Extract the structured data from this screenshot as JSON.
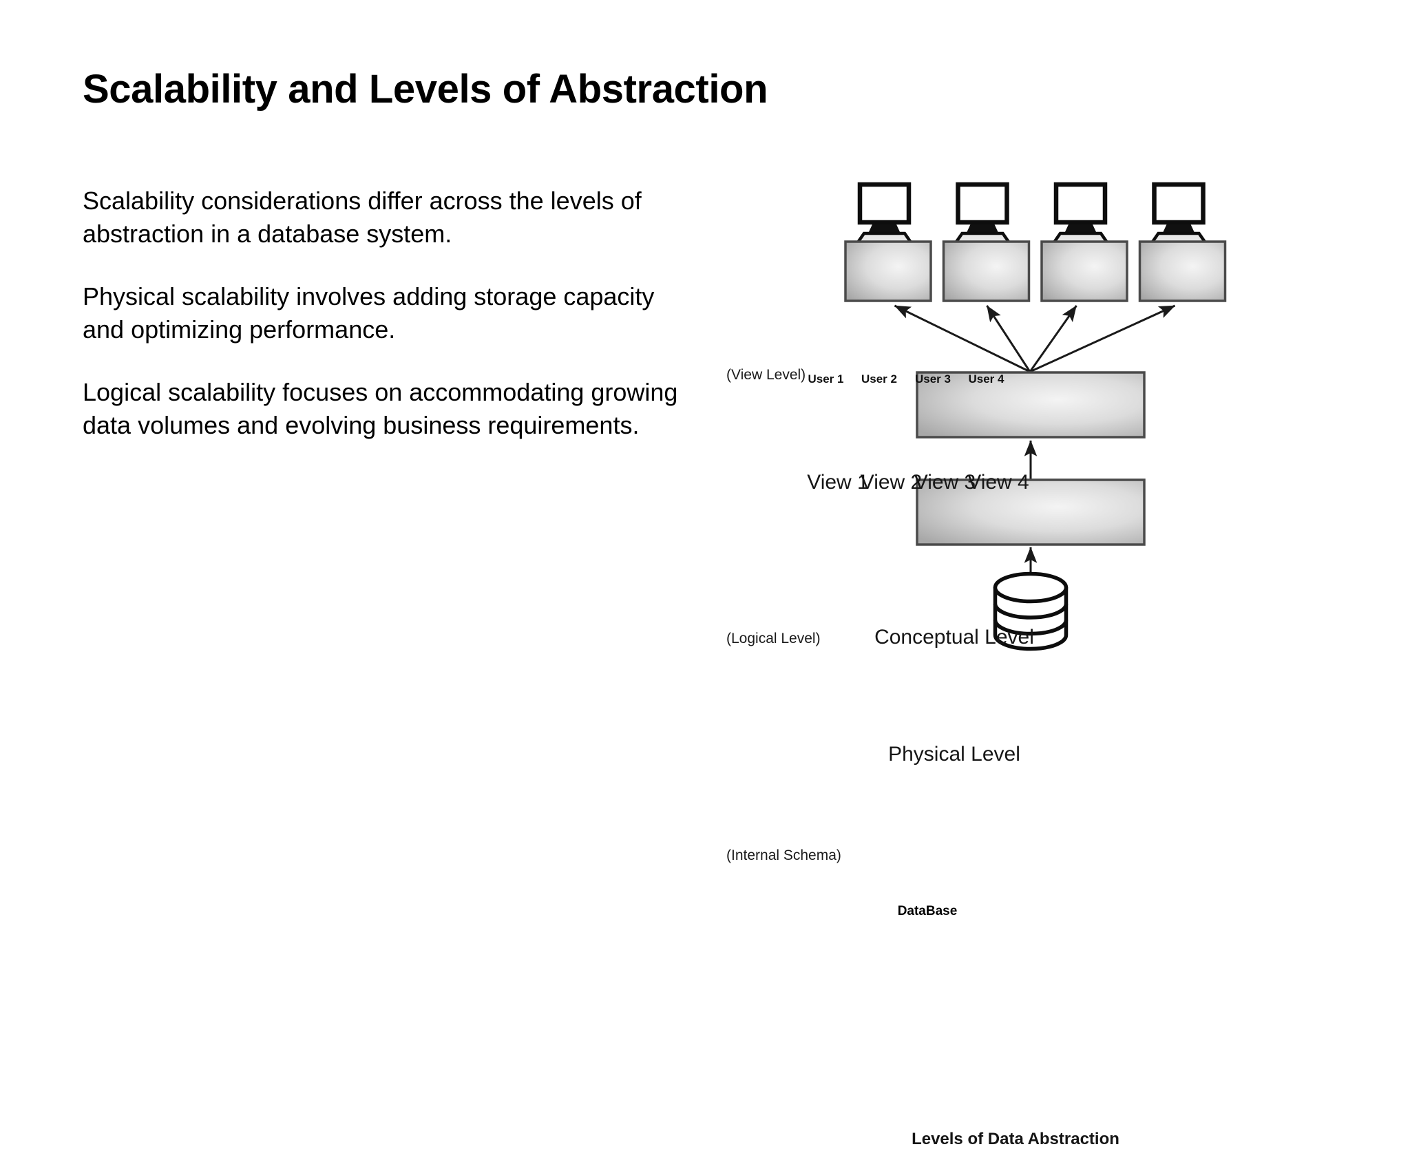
{
  "slide": {
    "title": "Scalability and Levels of Abstraction",
    "paragraphs": [
      "Scalability considerations differ across the levels of abstraction in a database system.",
      "Physical scalability involves adding storage capacity and optimizing performance.",
      "Logical scalability focuses on accommodating growing data volumes and evolving business requirements."
    ]
  },
  "diagram": {
    "caption": "Levels of Data Abstraction",
    "level_labels": {
      "view": "(View Level)",
      "logical": "(Logical Level)",
      "internal": "(Internal Schema)"
    },
    "users": [
      {
        "label": "User 1"
      },
      {
        "label": "User 2"
      },
      {
        "label": "User 3"
      },
      {
        "label": "User 4"
      }
    ],
    "views": [
      {
        "label": "View 1"
      },
      {
        "label": "View 2"
      },
      {
        "label": "View 3"
      },
      {
        "label": "View 4"
      }
    ],
    "conceptual_box": "Conceptual Level",
    "physical_box": "Physical Level",
    "database": "DataBase",
    "colors": {
      "box_stroke": "#4a4a4a",
      "box_fill_light": "#f2f2f2",
      "box_fill_dark": "#a9a9a9",
      "arrow": "#1a1a1a",
      "text": "#111111",
      "background": "#ffffff"
    }
  }
}
